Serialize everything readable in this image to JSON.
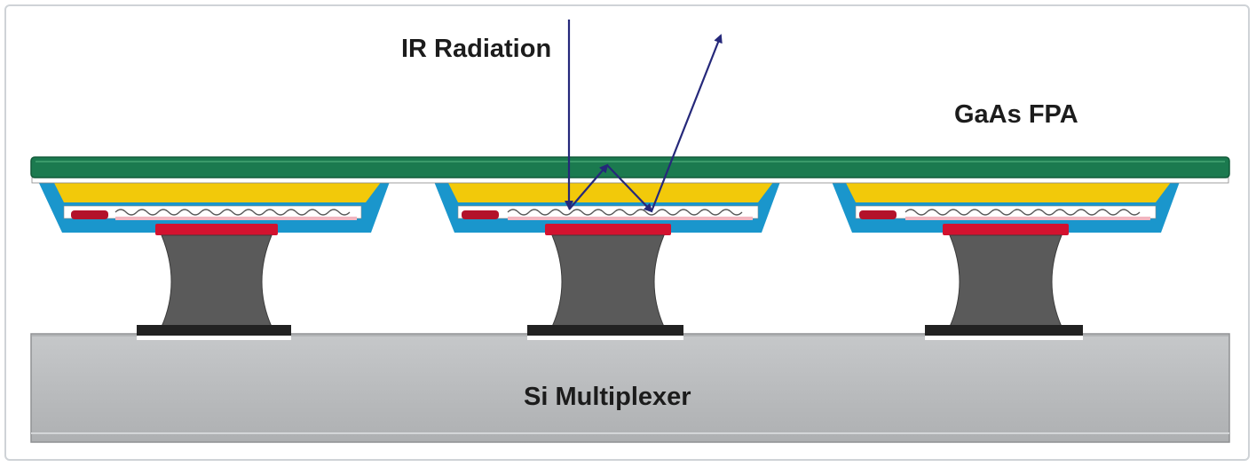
{
  "labels": {
    "ir_radiation": "IR Radiation",
    "gaas_fpa": "GaAs FPA",
    "si_multiplexer": "Si Multiplexer"
  },
  "colors": {
    "substrate_green": "#1b7a4f",
    "passivation_blue": "#1a96cc",
    "active_yellow": "#f2c90a",
    "contact_red": "#d3122f",
    "bump_gray": "#5a5a5a",
    "multiplexer_gray": "#b8babc",
    "arrow_navy": "#25287a"
  }
}
